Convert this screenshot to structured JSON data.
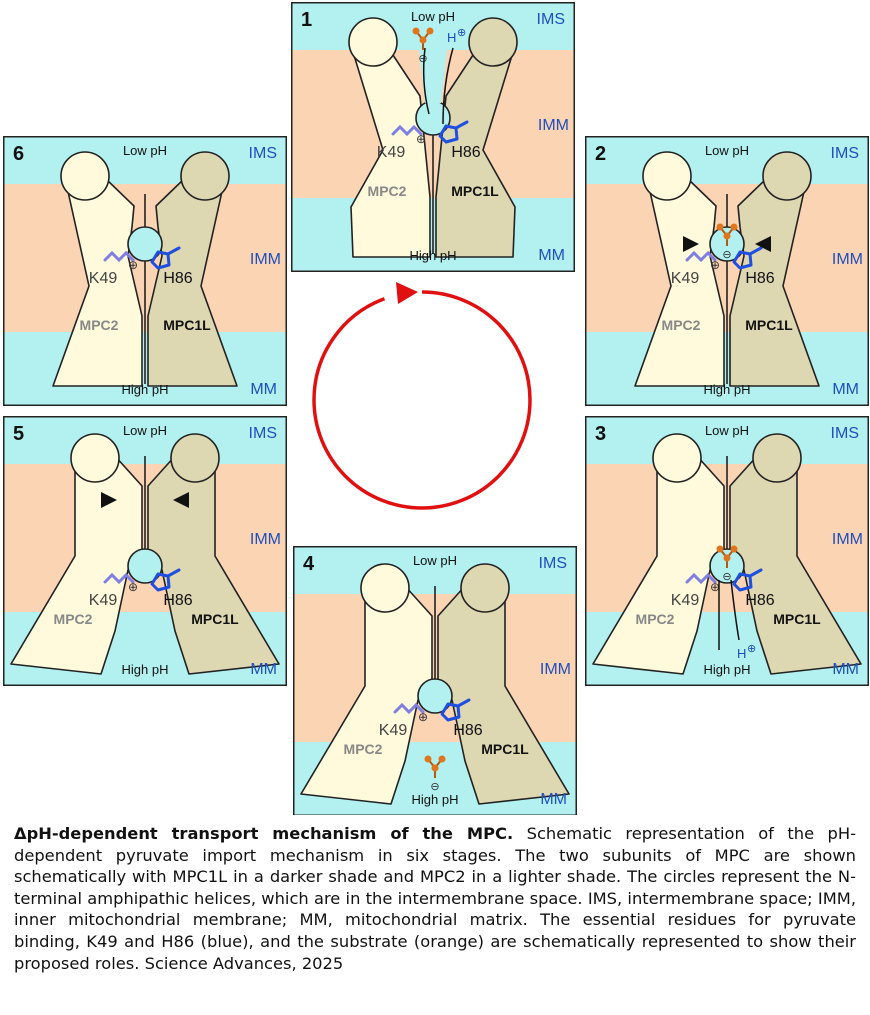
{
  "colors": {
    "ims": "#b3f0f0",
    "imm": "#fbd4b4",
    "mm": "#b3f0f0",
    "mpc2": "#fefadb",
    "mpc1l": "#ddd7b2",
    "frame": "#222222",
    "residue_k49": "#7f7fe0",
    "residue_h86": "#1f4fe0",
    "label_blue": "#1f4fbf",
    "substrate": "#e0761c",
    "arrow_cycle": "#e01010"
  },
  "labels": {
    "ims": "IMS",
    "imm": "IMM",
    "mm": "MM",
    "low_ph": "Low pH",
    "high_ph": "High pH",
    "mpc2": "MPC2",
    "mpc1l": "MPC1L",
    "k49": "K49",
    "h86": "H86",
    "proton": "H",
    "plus": "⊕",
    "minus": "⊖"
  },
  "panels": [
    {
      "number": "1",
      "state": "open-top",
      "substrate": "entering",
      "proton": "entering"
    },
    {
      "number": "2",
      "state": "occluded",
      "substrate": "bound",
      "proton": "none",
      "squeeze_arrows": true
    },
    {
      "number": "3",
      "state": "open-bottom",
      "substrate": "bound",
      "proton": "leaving"
    },
    {
      "number": "4",
      "state": "open-bottom",
      "substrate": "released",
      "proton": "none"
    },
    {
      "number": "5",
      "state": "open-bottom",
      "substrate": "none",
      "proton": "none",
      "squeeze_arrows": true
    },
    {
      "number": "6",
      "state": "occluded",
      "substrate": "none",
      "proton": "none"
    }
  ],
  "caption": {
    "title": "ΔpH-dependent transport mechanism of the MPC.",
    "body": " Schematic representation of the pH-dependent pyruvate import mechanism in six stages. The two subunits of MPC are shown schematically with MPC1L in a darker shade and MPC2 in a lighter shade. The circles represent the N-terminal amphipathic helices, which are in the intermembrane space. IMS, intermembrane space; IMM, inner mitochondrial membrane; MM, mitochondrial matrix. The essential residues for pyruvate binding, K49 and H86 (blue), and the substrate (orange) are schematically represented to show their proposed roles. Science Advances, 2025"
  }
}
